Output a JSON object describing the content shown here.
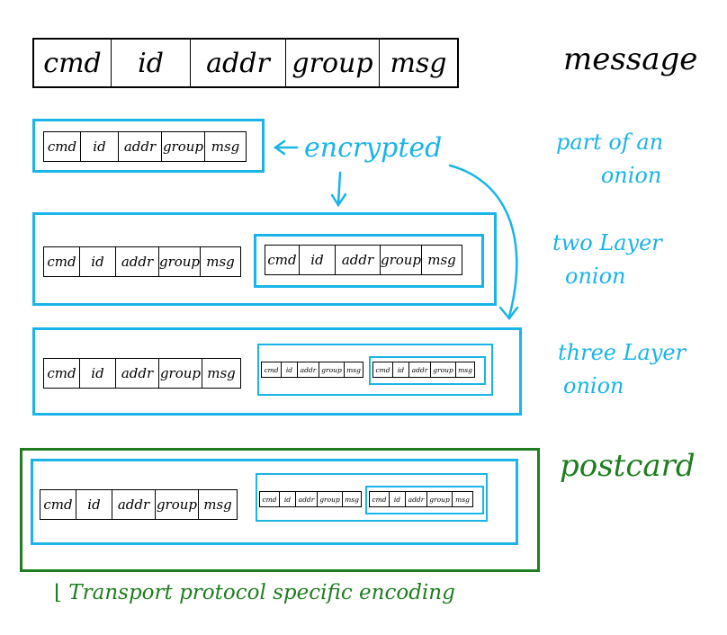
{
  "fields": [
    "cmd",
    "id",
    "addr",
    "group",
    "msg"
  ],
  "labels": {
    "message": "message",
    "part_of_an_onion_line1": "part of an",
    "part_of_an_onion_line2": "onion",
    "two_layer_line1": "two Layer",
    "two_layer_line2": "onion",
    "three_layer_line1": "three Layer",
    "three_layer_line2": "onion",
    "postcard": "postcard",
    "encrypted": "encrypted",
    "transport_note": "Transport protocol specific encoding"
  },
  "colors": {
    "ink": "#000000",
    "encryption_blue": "#19b4e8",
    "transport_green": "#1e7d1e"
  }
}
